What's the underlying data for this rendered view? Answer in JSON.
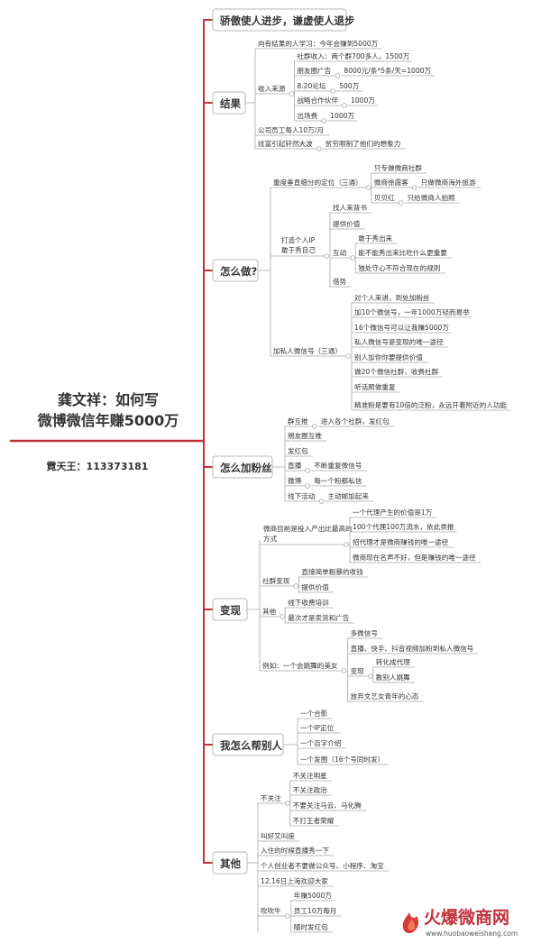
{
  "root": {
    "title_lines": [
      "龚文祥：如何写",
      "微博微信年赚5000万"
    ],
    "author": "霓天王：113373181"
  },
  "branches": [
    {
      "label": "骄傲使人进步，谦虚使人退步",
      "children": []
    },
    {
      "label": "结果",
      "children": [
        {
          "label": "向有结果的人学习：今年会赚到5000万"
        },
        {
          "label": "收入来源",
          "children": [
            {
              "label": "社群收入：两个群700多人，1500万"
            },
            {
              "label": "朋友圈广告",
              "children": [
                {
                  "label": "8000元/条*5条/天=1000万"
                }
              ]
            },
            {
              "label": "8.20论坛",
              "children": [
                {
                  "label": "500万"
                }
              ]
            },
            {
              "label": "战略合作伙伴",
              "children": [
                {
                  "label": "1000万"
                }
              ]
            },
            {
              "label": "出场费",
              "children": [
                {
                  "label": "1000万"
                }
              ]
            }
          ]
        },
        {
          "label": "公司员工每人10万/月"
        },
        {
          "label": "炫富引起轩然大波",
          "children": [
            {
              "label": "贫穷限制了他们的想象力"
            }
          ]
        }
      ]
    },
    {
      "label": "怎么做?",
      "children": [
        {
          "label": "重度垂直细分的定位（三通）",
          "children": [
            {
              "label": "只专做微商社群"
            },
            {
              "label": "微商徐霞客",
              "children": [
                {
                  "label": "只做微商海外旅游"
                }
              ]
            },
            {
              "label": "贝贝红",
              "children": [
                {
                  "label": "只给微商人拍照"
                }
              ]
            }
          ]
        },
        {
          "label": "打造个人IP 敢于秀自己",
          "children": [
            {
              "label": "找人来背书"
            },
            {
              "label": "提供价值"
            },
            {
              "label": "互动",
              "children": [
                {
                  "label": "敢于秀出来"
                },
                {
                  "label": "能不能秀出来比吃什么更重要"
                },
                {
                  "label": "独处守心不符合现在的规则"
                }
              ]
            },
            {
              "label": "借势"
            }
          ]
        },
        {
          "label": "加私人微信号（三通）",
          "children": [
            {
              "label": "对个人来讲，到处加粉丝"
            },
            {
              "label": "加10个微信号，一年1000万轻而易举"
            },
            {
              "label": "16个微信号可以让我赚5000万"
            },
            {
              "label": "私人微信号是变现的唯一途径"
            },
            {
              "label": "别人加你你要提供价值"
            },
            {
              "label": "做20个微信社群，收费社群"
            },
            {
              "label": "听话照做重复"
            },
            {
              "label": "精准粉是要有10倍的泛粉，永远开着附近的人功能"
            }
          ]
        }
      ]
    },
    {
      "label": "怎么加粉丝",
      "children": [
        {
          "label": "群互推",
          "children": [
            {
              "label": "进入各个社群，发红包"
            }
          ]
        },
        {
          "label": "朋友圈互推"
        },
        {
          "label": "发红包"
        },
        {
          "label": "直播",
          "children": [
            {
              "label": "不断重复微信号"
            }
          ]
        },
        {
          "label": "微博",
          "children": [
            {
              "label": "每一个粉都私信"
            }
          ]
        },
        {
          "label": "线下活动",
          "children": [
            {
              "label": "主动邮加起来"
            }
          ]
        }
      ]
    },
    {
      "label": "变现",
      "children": [
        {
          "label": "微商目前是投入产出比最高的方式",
          "children": [
            {
              "label": "一个代理产生的价值是1万"
            },
            {
              "label": "100个代理100万流水，依此类推"
            },
            {
              "label": "招代理才是微商赚钱的唯一途径"
            },
            {
              "label": "微商现在名声不好，但是赚钱的唯一途径"
            }
          ]
        },
        {
          "label": "社群变现",
          "children": [
            {
              "label": "直接简单粗暴的收钱"
            },
            {
              "label": "提供价值"
            }
          ]
        },
        {
          "label": "其他",
          "children": [
            {
              "label": "线下收费培训"
            },
            {
              "label": "最次才是卖货和广告"
            }
          ]
        },
        {
          "label": "例如：一个会跳舞的美女",
          "children": [
            {
              "label": "多微信号"
            },
            {
              "label": "直播、快手、抖音视频加粉到私人微信号"
            },
            {
              "label": "变现",
              "children": [
                {
                  "label": "转化成代理"
                },
                {
                  "label": "教别人跳舞"
                }
              ]
            },
            {
              "label": "放弃文艺女青年的心态"
            }
          ]
        }
      ]
    },
    {
      "label": "我怎么帮别人",
      "children": [
        {
          "label": "一个合影"
        },
        {
          "label": "一个IP定位"
        },
        {
          "label": "一个百字介绍"
        },
        {
          "label": "一个发圈（16个号同时发）"
        }
      ]
    },
    {
      "label": "其他",
      "children": [
        {
          "label": "不关注",
          "children": [
            {
              "label": "不关注明星"
            },
            {
              "label": "不关注政治"
            },
            {
              "label": "不要关注马云、马化腾"
            },
            {
              "label": "不打王者荣耀"
            }
          ]
        },
        {
          "label": "叫好又叫座"
        },
        {
          "label": "入住的时候直播秀一下"
        },
        {
          "label": "个人创业者不要做公众号、小程序、淘宝"
        },
        {
          "label": "12.16日上海欢迎大家"
        },
        {
          "label": "吹吹牛",
          "children": [
            {
              "label": "年赚5000万"
            },
            {
              "label": "员工10万每月"
            },
            {
              "label": "随时发红包"
            }
          ]
        }
      ]
    }
  ],
  "watermark": {
    "brand": "火爆微商网",
    "url": "www.huobaoweishang.com"
  },
  "colors": {
    "accent": "#c0323b",
    "gray_line": "#a9a9a9",
    "text": "#333333",
    "box_border": "#b8b8b8"
  }
}
